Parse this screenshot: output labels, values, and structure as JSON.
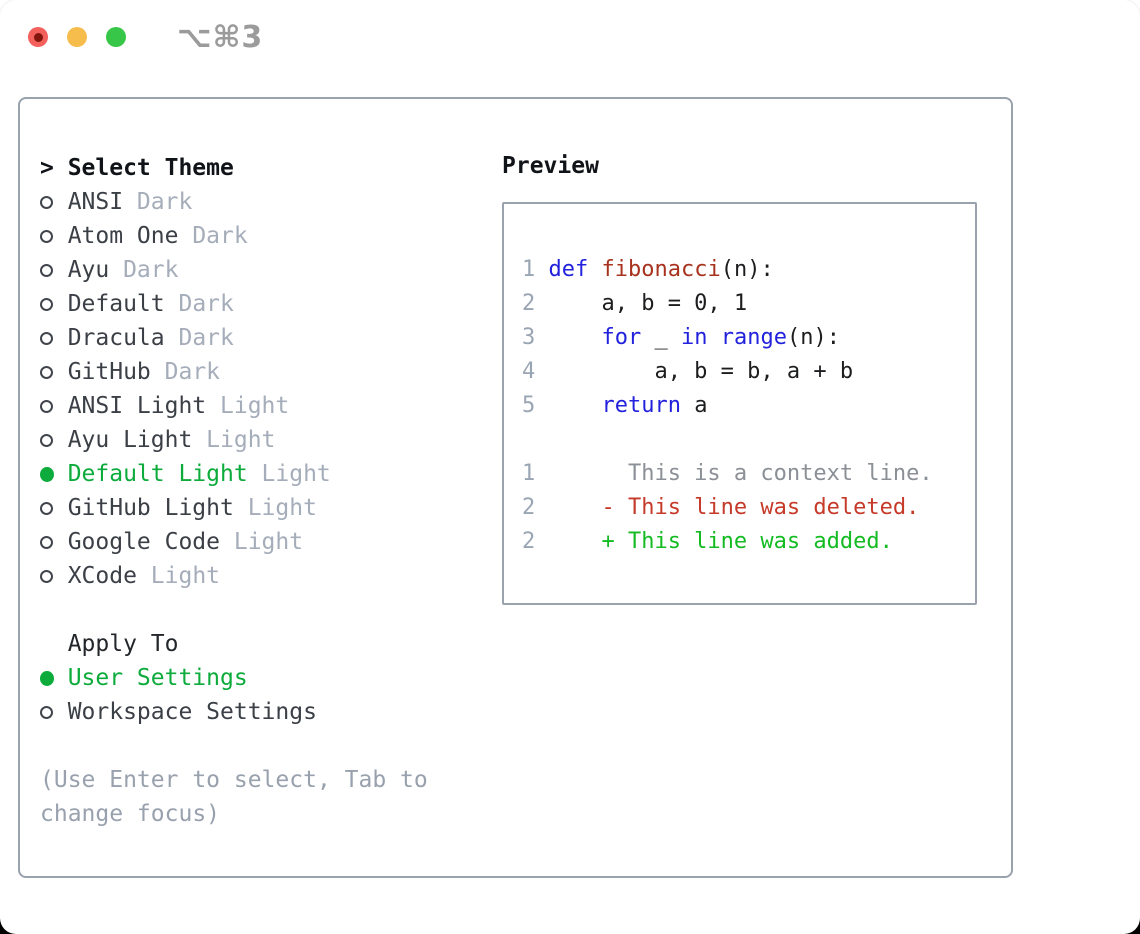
{
  "titlebar": {
    "shortcut": "⌥⌘3"
  },
  "theme_menu": {
    "header": {
      "cursor": ">",
      "label": "Select Theme"
    },
    "items": [
      {
        "name": "ANSI",
        "variant": "Dark",
        "selected": false
      },
      {
        "name": "Atom One",
        "variant": "Dark",
        "selected": false
      },
      {
        "name": "Ayu",
        "variant": "Dark",
        "selected": false
      },
      {
        "name": "Default",
        "variant": "Dark",
        "selected": false
      },
      {
        "name": "Dracula",
        "variant": "Dark",
        "selected": false
      },
      {
        "name": "GitHub",
        "variant": "Dark",
        "selected": false
      },
      {
        "name": "ANSI Light",
        "variant": "Light",
        "selected": false
      },
      {
        "name": "Ayu Light",
        "variant": "Light",
        "selected": false
      },
      {
        "name": "Default Light",
        "variant": "Light",
        "selected": true
      },
      {
        "name": "GitHub Light",
        "variant": "Light",
        "selected": false
      },
      {
        "name": "Google Code",
        "variant": "Light",
        "selected": false
      },
      {
        "name": "XCode",
        "variant": "Light",
        "selected": false
      }
    ]
  },
  "apply_to": {
    "header": "Apply To",
    "options": [
      {
        "label": "User Settings",
        "selected": true
      },
      {
        "label": "Workspace Settings",
        "selected": false
      }
    ]
  },
  "help_lines": [
    "(Use Enter to select, Tab to",
    "change focus)"
  ],
  "preview": {
    "label": "Preview",
    "lines": [
      {
        "kind": "code",
        "num": "1",
        "tokens": [
          [
            "def",
            "kw"
          ],
          [
            " ",
            "pl"
          ],
          [
            "fibonacci",
            "fn"
          ],
          [
            "(n):",
            "pl"
          ]
        ]
      },
      {
        "kind": "code",
        "num": "2",
        "tokens": [
          [
            "    a, b = 0, 1",
            "pl"
          ]
        ]
      },
      {
        "kind": "code",
        "num": "3",
        "tokens": [
          [
            "    ",
            "pl"
          ],
          [
            "for",
            "kw"
          ],
          [
            " _ ",
            "pl"
          ],
          [
            "in",
            "kw"
          ],
          [
            " ",
            "pl"
          ],
          [
            "range",
            "kw"
          ],
          [
            "(n):",
            "pl"
          ]
        ]
      },
      {
        "kind": "code",
        "num": "4",
        "tokens": [
          [
            "        a, b = b, a + b",
            "pl"
          ]
        ]
      },
      {
        "kind": "code",
        "num": "5",
        "tokens": [
          [
            "    ",
            "pl"
          ],
          [
            "return",
            "kw"
          ],
          [
            " a",
            "pl"
          ]
        ]
      },
      {
        "kind": "blank",
        "num": "",
        "tokens": []
      },
      {
        "kind": "diff-context",
        "num": "1",
        "tokens": [
          [
            "      This is a context line.",
            "ctx"
          ]
        ]
      },
      {
        "kind": "diff-deleted",
        "num": "2",
        "tokens": [
          [
            "    - This line was deleted.",
            "del"
          ]
        ]
      },
      {
        "kind": "diff-added",
        "num": "2",
        "tokens": [
          [
            "    + This line was added.",
            "add"
          ]
        ]
      }
    ]
  },
  "colors": {
    "keyword_blue": "#2222dd",
    "function_red": "#a7331e",
    "code_black": "#1c1d1f",
    "context_gray": "#8b9097",
    "deleted_red": "#c63a2a",
    "added_green": "#14bb22",
    "selected_green": "#0cab3c",
    "line_number_gray": "#9aa5b4",
    "variant_gray": "#a5adba",
    "item_gray": "#3b3f46",
    "help_gray": "#98a1ad",
    "border_gray": "#9aa2ad",
    "traffic_red": "#f4605b",
    "traffic_yellow": "#f6bd4d",
    "traffic_green": "#37c647",
    "shortcut_gray": "#9b9b9b"
  }
}
